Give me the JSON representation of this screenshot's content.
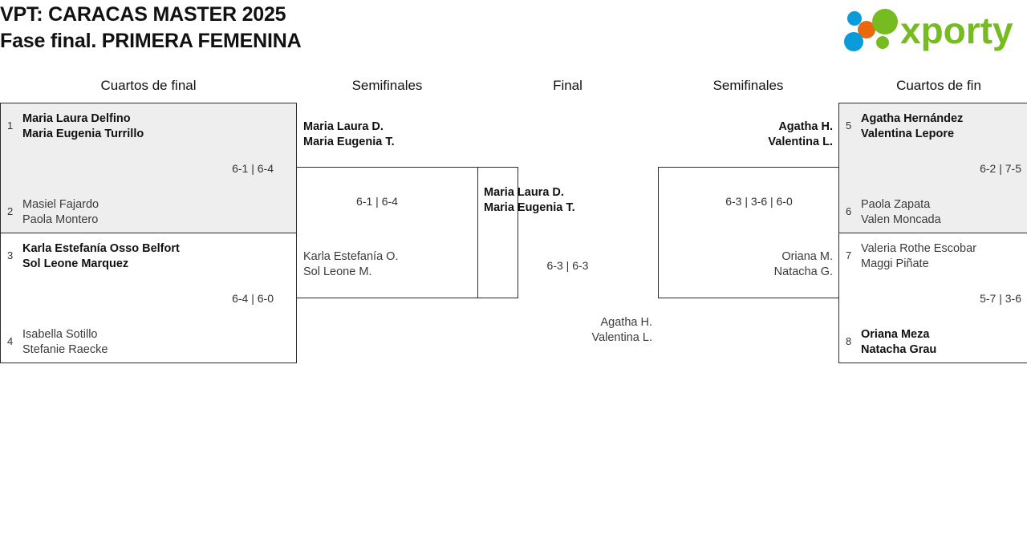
{
  "header": {
    "title_line1": "VPT: CARACAS MASTER 2025",
    "title_line2": "Fase final. PRIMERA FEMENINA",
    "logo_text": "xporty"
  },
  "columns": [
    {
      "label": "Cuartos de final"
    },
    {
      "label": "Semifinales"
    },
    {
      "label": "Final"
    },
    {
      "label": "Semifinales"
    },
    {
      "label": "Cuartos de fin"
    }
  ],
  "bracket": {
    "left_quarterfinals": [
      {
        "top": {
          "seed": "1",
          "player1": "Maria Laura Delfino",
          "player2": "Maria Eugenia Turrillo",
          "winner": true
        },
        "bottom": {
          "seed": "2",
          "player1": "Masiel Fajardo",
          "player2": "Paola Montero",
          "winner": false
        },
        "score": "6-1 | 6-4"
      },
      {
        "top": {
          "seed": "3",
          "player1": "Karla Estefanía Osso Belfort",
          "player2": "Sol Leone Marquez",
          "winner": true
        },
        "bottom": {
          "seed": "4",
          "player1": "Isabella Sotillo",
          "player2": "Stefanie Raecke",
          "winner": false
        },
        "score": "6-4 | 6-0"
      }
    ],
    "left_semifinal": {
      "top": {
        "player1": "Maria Laura D.",
        "player2": "Maria Eugenia T.",
        "winner": true
      },
      "bottom": {
        "player1": "Karla Estefanía O.",
        "player2": "Sol Leone M.",
        "winner": false
      },
      "score": "6-1 | 6-4"
    },
    "final": {
      "top": {
        "player1": "Maria Laura D.",
        "player2": "Maria Eugenia T.",
        "winner": true
      },
      "bottom": {
        "player1": "Agatha H.",
        "player2": "Valentina L.",
        "winner": false
      },
      "score": "6-3 | 6-3"
    },
    "right_semifinal": {
      "top": {
        "player1": "Agatha H.",
        "player2": "Valentina L.",
        "winner": true
      },
      "bottom": {
        "player1": "Oriana M.",
        "player2": "Natacha G.",
        "winner": false
      },
      "score": "6-3 | 3-6 | 6-0"
    },
    "right_quarterfinals": [
      {
        "top": {
          "seed": "5",
          "player1": "Agatha Hernández",
          "player2": "Valentina Lepore",
          "winner": true
        },
        "bottom": {
          "seed": "6",
          "player1": "Paola Zapata",
          "player2": "Valen Moncada",
          "winner": false
        },
        "score": "6-2 | 7-5"
      },
      {
        "top": {
          "seed": "7",
          "player1": "Valeria Rothe Escobar",
          "player2": "Maggi Piñate",
          "winner": false
        },
        "bottom": {
          "seed": "8",
          "player1": "Oriana Meza",
          "player2": "Natacha Grau",
          "winner": true
        },
        "score": "5-7 | 3-6"
      }
    ]
  },
  "colors": {
    "logo_green": "#76bc21",
    "logo_blue": "#0a9bd8",
    "logo_orange": "#e8690b",
    "shaded_row": "#eeeeee",
    "line": "#2b2b2b"
  }
}
